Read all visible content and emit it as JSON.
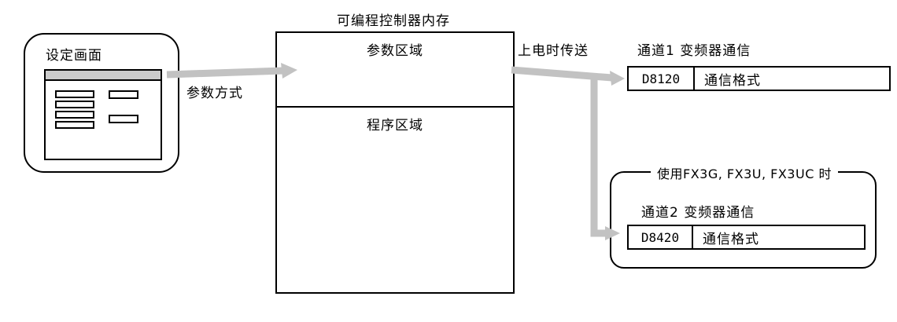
{
  "colors": {
    "arrow": "#c2c2c2",
    "line": "#000000",
    "screen_titlebar": "#cccccc"
  },
  "device": {
    "label": "设定画面"
  },
  "labels": {
    "param_method": "参数方式",
    "power_on_transfer": "上电时传送"
  },
  "memory": {
    "title": "可编程控制器内存",
    "param_area": "参数区域",
    "program_area": "程序区域"
  },
  "channel1": {
    "title": "通道1 变频器通信",
    "register": "D8120",
    "format": "通信格式"
  },
  "fx_note": {
    "title": "使用FX3G, FX3U, FX3UC 时"
  },
  "channel2": {
    "title": "通道2 变频器通信",
    "register": "D8420",
    "format": "通信格式"
  }
}
